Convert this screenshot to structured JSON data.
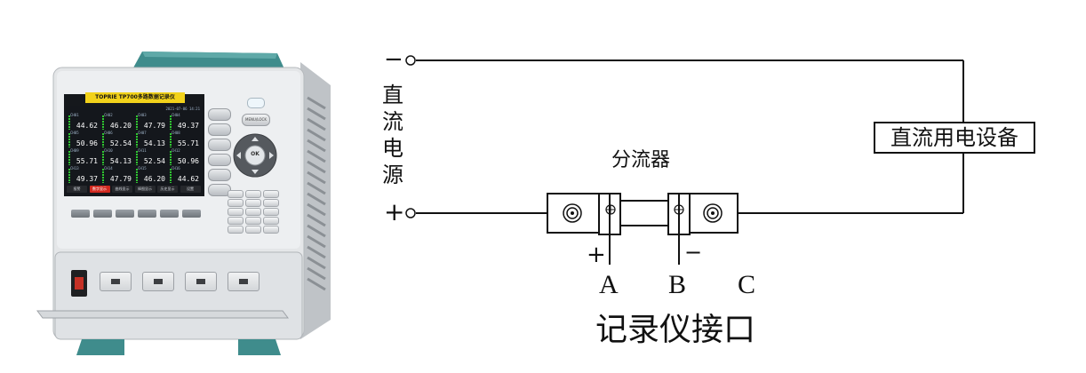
{
  "recorder": {
    "brand_label": "TOPRIE TP700多路数据记录仪",
    "topbar_text": "2021-07-06 14:21",
    "brand_color": "#f2d21b",
    "screen_color": "#14171c",
    "channel_values": [
      "44.62",
      "46.20",
      "47.79",
      "49.37",
      "50.96",
      "52.54",
      "54.13",
      "55.71",
      "55.71",
      "54.13",
      "52.54",
      "50.96",
      "49.37",
      "47.79",
      "46.20",
      "44.62"
    ],
    "channel_labels": [
      "CH01",
      "CH02",
      "CH03",
      "CH04",
      "CH05",
      "CH06",
      "CH07",
      "CH08",
      "CH09",
      "CH10",
      "CH11",
      "CH12",
      "CH13",
      "CH14",
      "CH15",
      "CH16"
    ],
    "softkeys": [
      "报警",
      "数字显示",
      "曲线显示",
      "棒图显示",
      "历史显示",
      "设置"
    ],
    "nav_ok_label": "OK",
    "lock_button_label": "MENU/LOCK"
  },
  "diagram": {
    "terminal_minus": "−",
    "terminal_plus": "+",
    "dc_source_label": [
      "直",
      "流",
      "电",
      "源"
    ],
    "dc_device_label": "直流用电设备",
    "shunt_label": "分流器",
    "shunt_plus": "+",
    "shunt_minus": "−",
    "terminals": [
      "A",
      "B",
      "C"
    ],
    "recorder_interface_label": "记录仪接口"
  }
}
